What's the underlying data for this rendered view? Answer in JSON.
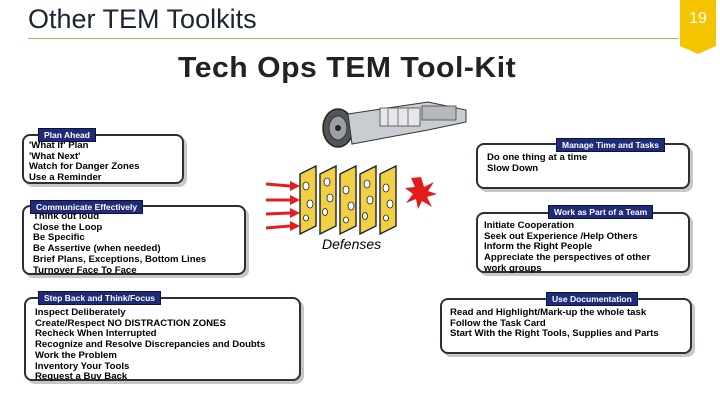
{
  "slide": {
    "title": "Other TEM Toolkits",
    "page_number": "19"
  },
  "diagram": {
    "heading": "Tech Ops TEM Tool-Kit",
    "center_label": "Defenses",
    "icons": {
      "engine": "jet-engine-icon",
      "threat": "red-starburst-icon",
      "arrows": "red-arrow-icon",
      "barriers": "cheese-slice-icon"
    },
    "colors": {
      "tag_bg": "#1f2a78",
      "arrow": "#e02020",
      "barrier_fill": "#f2d046"
    },
    "boxes": {
      "plan_ahead": {
        "tag": "Plan Ahead",
        "items": [
          "'What If' Plan",
          "'What Next'",
          "Watch for Danger Zones",
          "Use a Reminder"
        ]
      },
      "communicate": {
        "tag": "Communicate Effectively",
        "items": [
          "Think out loud",
          "Close the Loop",
          "Be Specific",
          "Be Assertive (when needed)",
          "Brief Plans, Exceptions, Bottom Lines",
          "Turnover Face To Face"
        ]
      },
      "step_back": {
        "tag": "Step Back and Think/Focus",
        "items": [
          "Inspect Deliberately",
          "Create/Respect NO DISTRACTION ZONES",
          "Recheck When Interrupted",
          "Recognize and Resolve Discrepancies and Doubts",
          "Work the Problem",
          "Inventory Your Tools",
          "Request a Buy Back"
        ]
      },
      "manage_time": {
        "tag": "Manage Time and Tasks",
        "items": [
          "Do one thing at a time",
          "Slow Down"
        ]
      },
      "team": {
        "tag": "Work as Part of a Team",
        "items": [
          "Initiate Cooperation",
          "Seek out Experience /Help Others",
          "Inform the Right People",
          "Appreciate the perspectives of other",
          "work groups"
        ]
      },
      "documentation": {
        "tag": "Use Documentation",
        "items": [
          "Read and Highlight/Mark-up the whole task",
          "Follow the Task Card",
          "Start With the Right Tools, Supplies and Parts"
        ]
      }
    }
  }
}
